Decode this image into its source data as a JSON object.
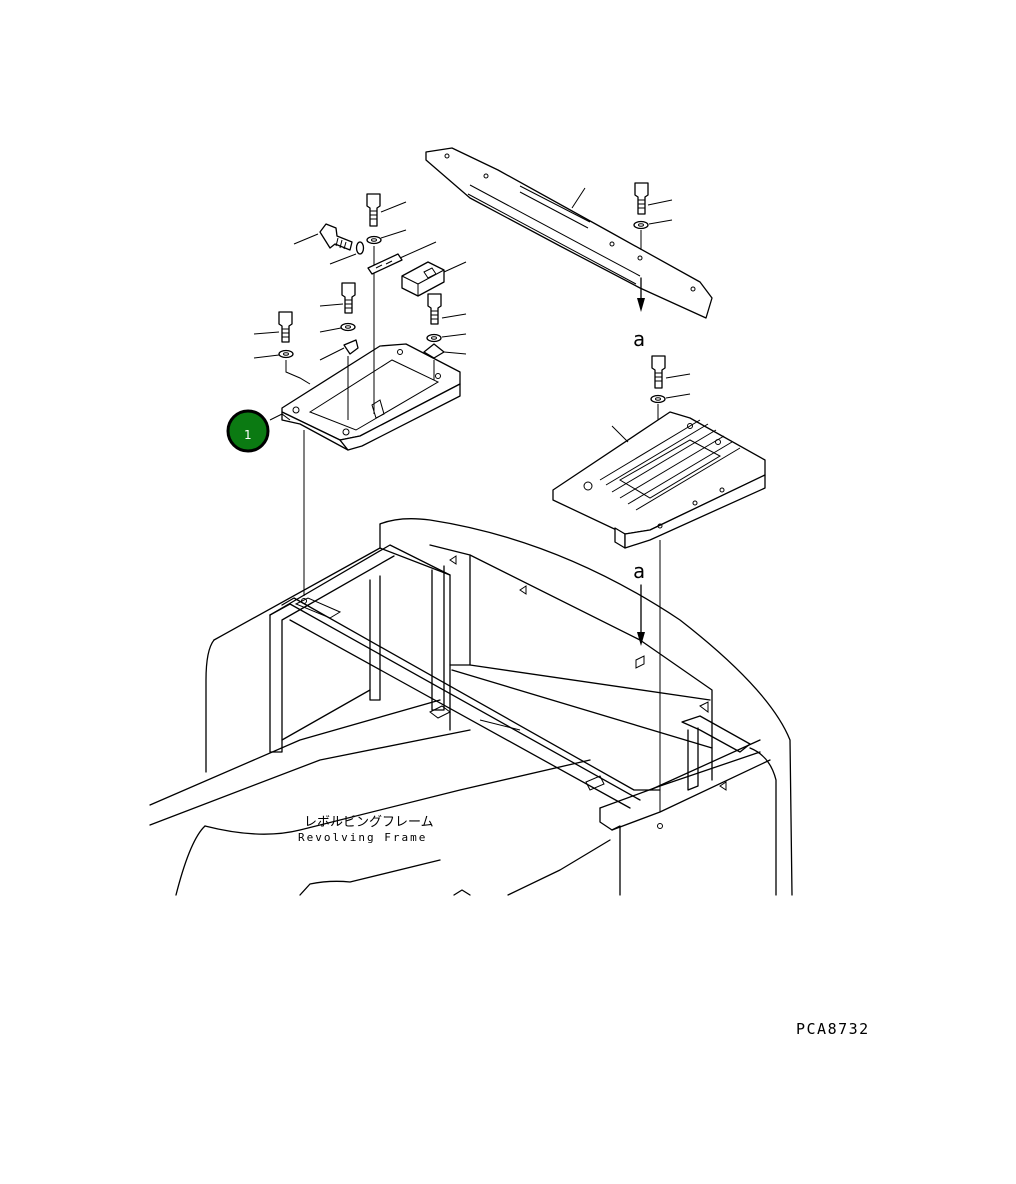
{
  "labels": {
    "frame_jp": "レボルビングフレーム",
    "frame_en": "Revolving Frame",
    "ref_a_top": "a",
    "ref_a_bottom": "a",
    "drawing_code": "PCA8732"
  },
  "callouts": [
    {
      "number": "1",
      "color": "#0b7a12",
      "border": "#000000"
    }
  ]
}
